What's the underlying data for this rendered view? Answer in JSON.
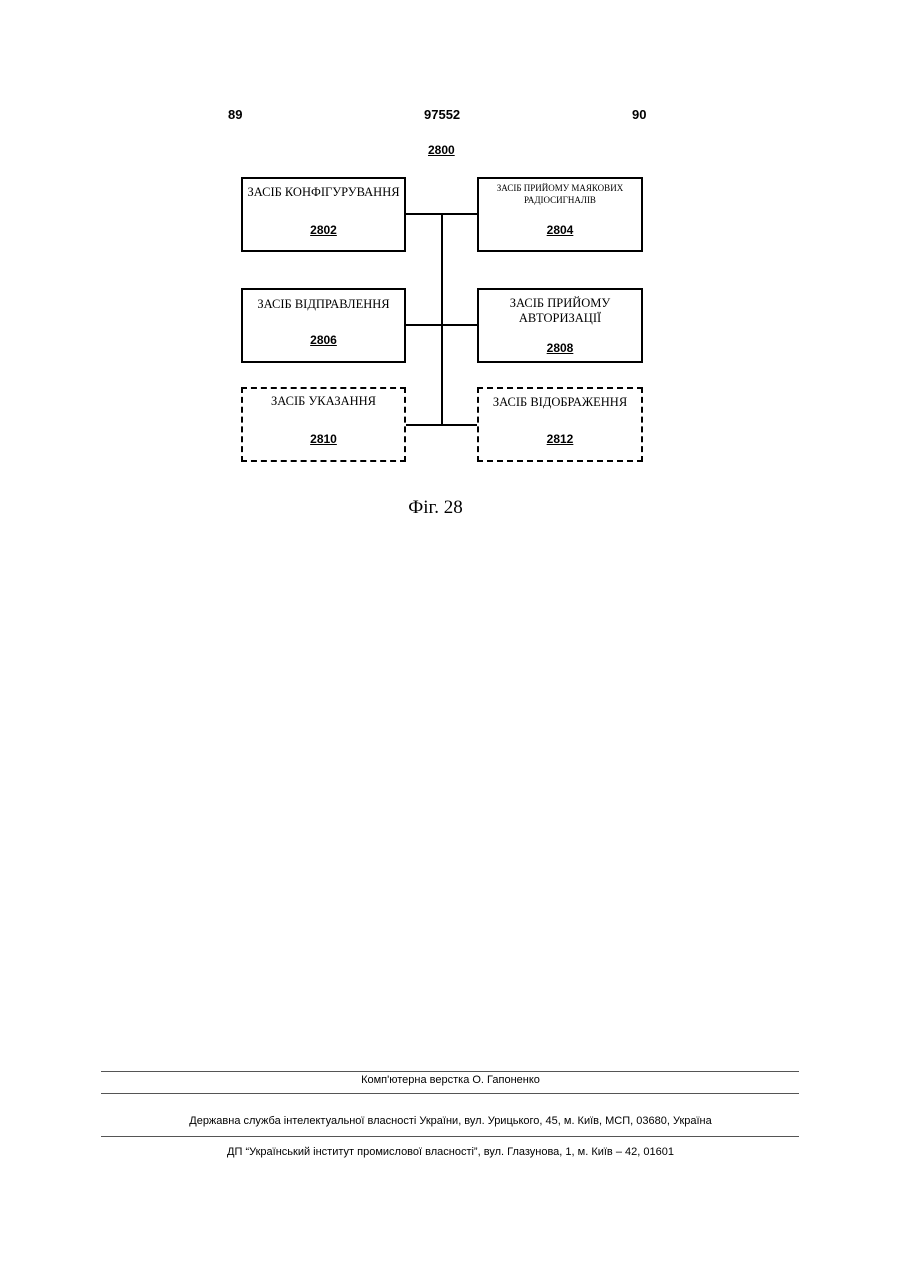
{
  "header": {
    "left_page": "89",
    "patent_number": "97552",
    "right_page": "90"
  },
  "diagram": {
    "ref": "2800",
    "boxes": {
      "b2802": {
        "title": "ЗАСІБ КОНФІГУРУВАННЯ",
        "number": "2802",
        "style": "solid"
      },
      "b2804": {
        "title": "ЗАСІБ ПРИЙОМУ МАЯКОВИХ РАДІОСИГНАЛІВ",
        "number": "2804",
        "style": "solid"
      },
      "b2806": {
        "title": "ЗАСІБ ВІДПРАВЛЕННЯ",
        "number": "2806",
        "style": "solid"
      },
      "b2808": {
        "title": "ЗАСІБ ПРИЙОМУ АВТОРИЗАЦІЇ",
        "number": "2808",
        "style": "solid"
      },
      "b2810": {
        "title": "ЗАСІБ УКАЗАННЯ",
        "number": "2810",
        "style": "dashed"
      },
      "b2812": {
        "title": "ЗАСІБ ВІДОБРАЖЕННЯ",
        "number": "2812",
        "style": "dashed"
      }
    },
    "caption": "Фіг. 28"
  },
  "footer": {
    "layout_credit": "Комп'ютерна верстка О. Гапоненко",
    "office": "Державна служба інтелектуальної власності України, вул. Урицького, 45, м. Київ, МСП, 03680, Україна",
    "institute": "ДП “Український інститут промислової власності”, вул. Глазунова, 1, м. Київ – 42, 01601"
  }
}
